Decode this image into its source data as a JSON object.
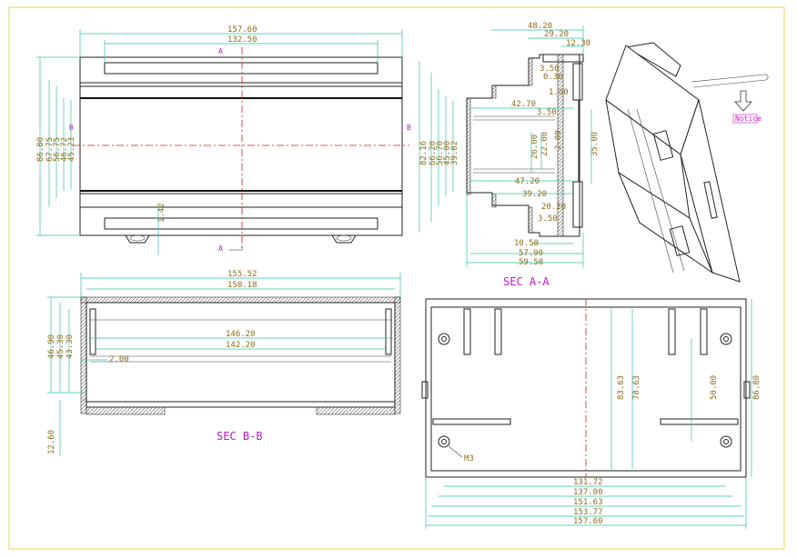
{
  "views": {
    "front": {
      "section_marks": {
        "a_top": "A",
        "a_bottom": "A",
        "b_left": "B",
        "b_right": "B"
      },
      "dims": {
        "w1": "157.60",
        "w2": "132.50",
        "h1": "86.80",
        "h2": "67.75",
        "h3": "56.75",
        "h4": "46.72",
        "h5": "45.23",
        "small": "1.42"
      }
    },
    "section_aa": {
      "title": "SEC A-A",
      "dims": {
        "top1": "48.20",
        "top2": "29.20",
        "top3": "12.30",
        "r1": "3.50",
        "r2": "0.30",
        "r3": "1.60",
        "r4": "3.50",
        "r5": "2.00",
        "m1": "42.70",
        "m2": "47.20",
        "m3": "39.20",
        "m4": "20.20",
        "m5": "3.50",
        "v1": "26.00",
        "v2": "22.00",
        "v3": "35.00",
        "lh1": "82.16",
        "lh2": "66.20",
        "lh3": "56.70",
        "lh4": "45.00",
        "lh5": "39.82",
        "b1": "10.50",
        "b2": "57.90",
        "b3": "59.50"
      }
    },
    "section_bb": {
      "title": "SEC B-B",
      "dims": {
        "w1": "155.52",
        "w2": "150.18",
        "w3": "146.20",
        "w4": "142.20",
        "t": "2.00",
        "h1": "46.90",
        "h2": "45.30",
        "h3": "43.30",
        "h4": "12.60"
      }
    },
    "bottom": {
      "hole_label": "M3",
      "dims": {
        "h1": "83.63",
        "h2": "78.63",
        "h3": "50.00",
        "h4": "86.80",
        "w1": "131.72",
        "w2": "137.00",
        "w3": "151.63",
        "w4": "153.77",
        "w5": "157.60"
      }
    },
    "iso": {
      "notice_label": "Notice"
    }
  },
  "colors": {
    "border": "#e3d84a",
    "dimension": "#2fc0a5",
    "text": "#8a6d1a",
    "label": "#c01ac0",
    "center": "#cc2222"
  }
}
